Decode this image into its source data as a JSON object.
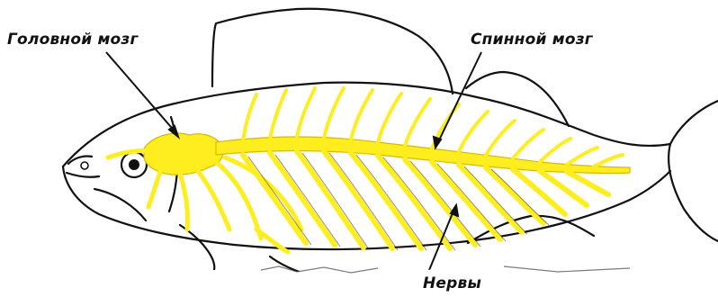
{
  "diagram": {
    "labels": {
      "brain": "Головной мозг",
      "spinal_cord": "Спинной мозг",
      "nerves": "Нервы"
    },
    "colors": {
      "nerve_tissue": "#ffee1f",
      "nerve_outline": "#d9b800",
      "outline": "#111111",
      "background": "#ffffff"
    }
  }
}
